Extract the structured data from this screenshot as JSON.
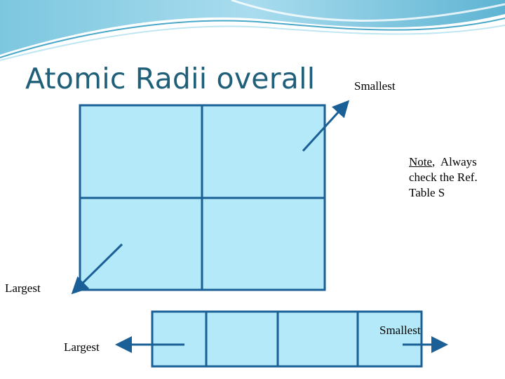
{
  "slide": {
    "title": "Atomic Radii overall",
    "labels": {
      "smallest_top": "Smallest",
      "largest_left": "Largest",
      "smallest_bottom": "Smallest",
      "largest_bottom": "Largest"
    },
    "note": {
      "word": "Note",
      "rest_line1": ",  Always",
      "line2": "check the Ref.",
      "line3": "Table S"
    }
  },
  "colors": {
    "cell_fill": "#b3e9f8",
    "cell_border": "#1a5f96",
    "arrow": "#1a5f96",
    "title": "#1f5f7a",
    "wave_light": "#bfe6f3",
    "wave_dark": "#4aa8c9"
  }
}
